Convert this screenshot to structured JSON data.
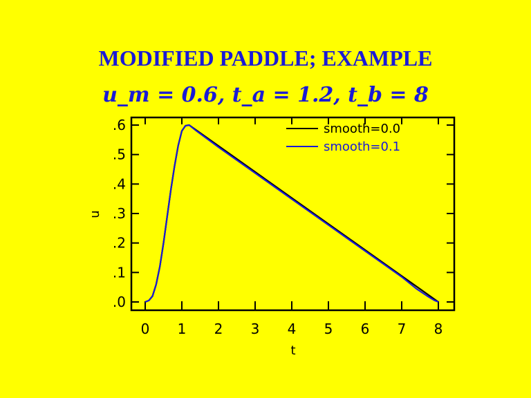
{
  "slide": {
    "title": "MODIFIED PADDLE; EXAMPLE",
    "formula": "u_m = 0.6, t_a = 1.2, t_b = 8"
  },
  "colors": {
    "background": "#ffff00",
    "title": "#1a1ad6",
    "series_smooth_0": "#000000",
    "series_smooth_01": "#1a1ad6"
  },
  "chart_data": {
    "type": "line",
    "title": "",
    "xlabel": "t",
    "ylabel": "u",
    "xlim": [
      0,
      8
    ],
    "ylim": [
      0,
      0.6
    ],
    "x_ticks": [
      0,
      1,
      2,
      3,
      4,
      5,
      6,
      7,
      8
    ],
    "x_tick_labels": [
      "0",
      "1",
      "2",
      "3",
      "4",
      "5",
      "6",
      "7",
      "8"
    ],
    "y_ticks": [
      0,
      0.1,
      0.2,
      0.3,
      0.4,
      0.5,
      0.6
    ],
    "y_tick_labels": [
      ".0",
      ".1",
      ".2",
      ".3",
      ".4",
      ".5",
      ".6"
    ],
    "grid": false,
    "legend_position": "top-right",
    "series": [
      {
        "name": "smooth=0.0",
        "color": "#000000",
        "x": [
          0,
          0.1,
          0.2,
          0.3,
          0.4,
          0.5,
          0.6,
          0.7,
          0.8,
          0.9,
          1.0,
          1.1,
          1.2,
          8
        ],
        "y": [
          0,
          0.005,
          0.02,
          0.06,
          0.12,
          0.2,
          0.29,
          0.38,
          0.46,
          0.53,
          0.58,
          0.598,
          0.6,
          0
        ]
      },
      {
        "name": "smooth=0.1",
        "color": "#1a1ad6",
        "x": [
          0,
          0.1,
          0.2,
          0.3,
          0.4,
          0.5,
          0.6,
          0.7,
          0.8,
          0.9,
          1.0,
          1.1,
          1.2,
          1.4,
          2.0,
          3.0,
          4.0,
          5.0,
          6.0,
          7.0,
          7.4,
          7.7,
          7.9,
          8.0
        ],
        "y": [
          0,
          0.005,
          0.02,
          0.06,
          0.12,
          0.2,
          0.29,
          0.38,
          0.46,
          0.53,
          0.58,
          0.598,
          0.6,
          0.58,
          0.525,
          0.437,
          0.349,
          0.261,
          0.173,
          0.085,
          0.045,
          0.02,
          0.005,
          0
        ]
      }
    ]
  }
}
